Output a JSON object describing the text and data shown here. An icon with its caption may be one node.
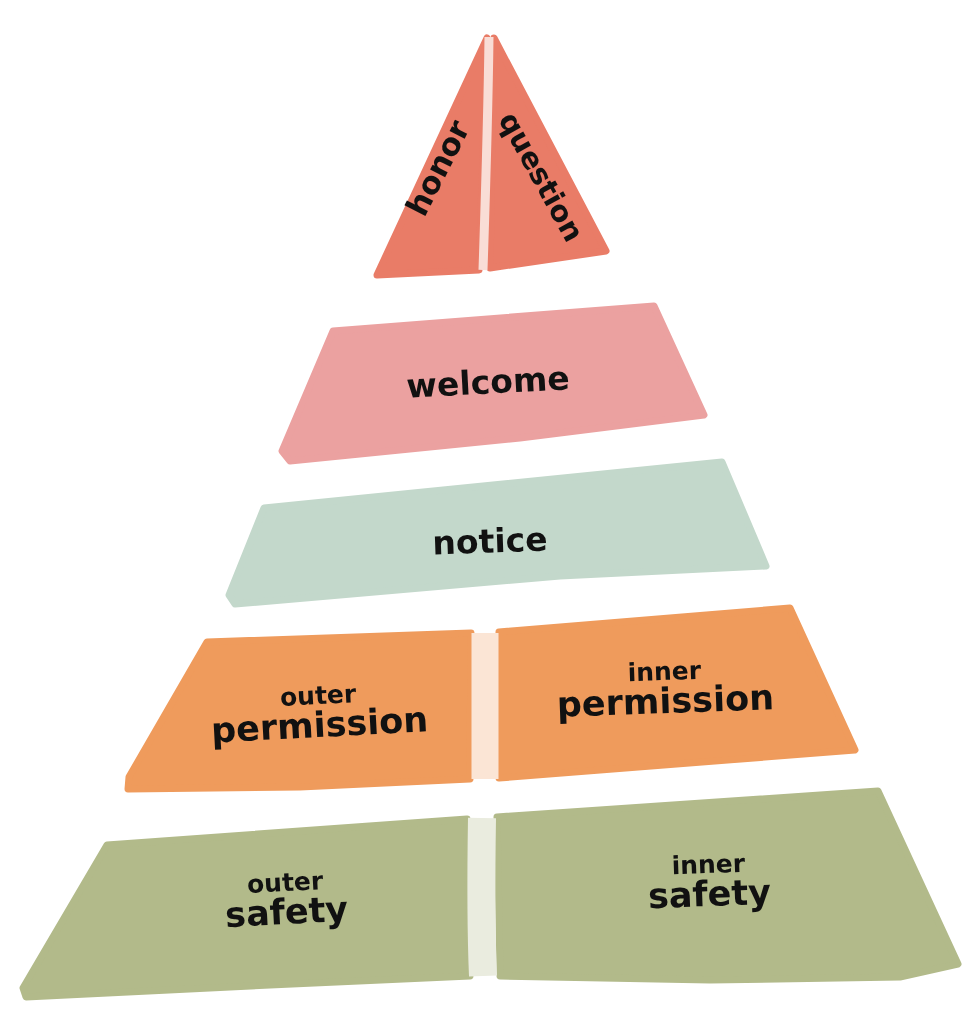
{
  "diagram": {
    "nodes": [
      {
        "text": [
          "honor"
        ]
      },
      {
        "text": [
          "question"
        ]
      },
      {
        "text": [
          "welcome"
        ]
      },
      {
        "text": [
          "notice"
        ]
      },
      {
        "text": [
          "outer",
          "permission"
        ]
      },
      {
        "text": [
          "inner",
          "permission"
        ]
      },
      {
        "text": [
          "outer",
          "safety"
        ]
      },
      {
        "text": [
          "inner",
          "safety"
        ]
      }
    ]
  }
}
